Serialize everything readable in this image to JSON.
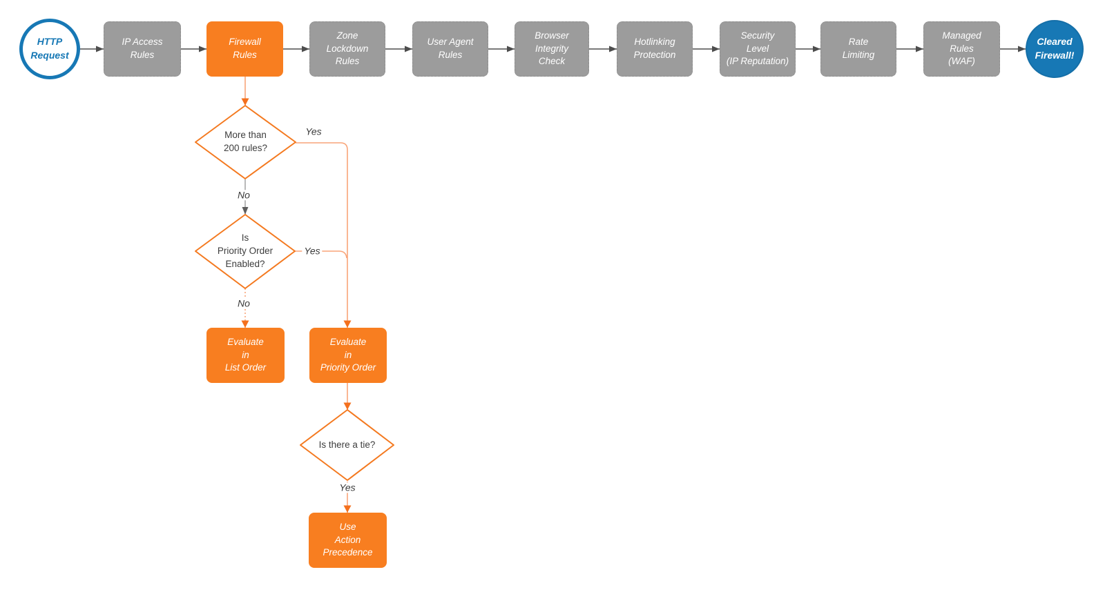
{
  "title": "Firewall request evaluation flowchart",
  "colors": {
    "accent_orange": "#F87E20",
    "connector_orange": "#F9A478",
    "arrowhead_orange": "#F4701D",
    "diamond_stroke": "#F4791F",
    "node_gray": "#9C9C9C",
    "connector_gray": "#4D4D4D",
    "no_line_gray": "#9B9B9B",
    "brand_blue": "#1778B5",
    "text_dark": "#3D3D3D",
    "text_white": "#FFFFFF"
  },
  "flow": {
    "start": {
      "label": "HTTP\nRequest"
    },
    "stages": [
      {
        "label": "IP Access\nRules",
        "type": "gray"
      },
      {
        "label": "Firewall\nRules",
        "type": "orange"
      },
      {
        "label": "Zone\nLockdown\nRules",
        "type": "gray"
      },
      {
        "label": "User Agent\nRules",
        "type": "gray"
      },
      {
        "label": "Browser\nIntegrity\nCheck",
        "type": "gray"
      },
      {
        "label": "Hotlinking\nProtection",
        "type": "gray"
      },
      {
        "label": "Security\nLevel\n(IP Reputation)",
        "type": "gray"
      },
      {
        "label": "Rate\nLimiting",
        "type": "gray"
      },
      {
        "label": "Managed\nRules\n(WAF)",
        "type": "gray"
      }
    ],
    "end": {
      "label": "Cleared\nFirewall!"
    },
    "decisions": [
      {
        "label": "More than\n200 rules?",
        "yes": "Yes",
        "no": "No"
      },
      {
        "label": "Is\nPriority Order\nEnabled?",
        "yes": "Yes",
        "no": "No"
      },
      {
        "label": "Is there a tie?",
        "yes": "Yes"
      }
    ],
    "actions": [
      {
        "label": "Evaluate\nin\nList Order"
      },
      {
        "label": "Evaluate\nin\nPriority Order"
      },
      {
        "label": "Use\nAction\nPrecedence"
      }
    ]
  }
}
